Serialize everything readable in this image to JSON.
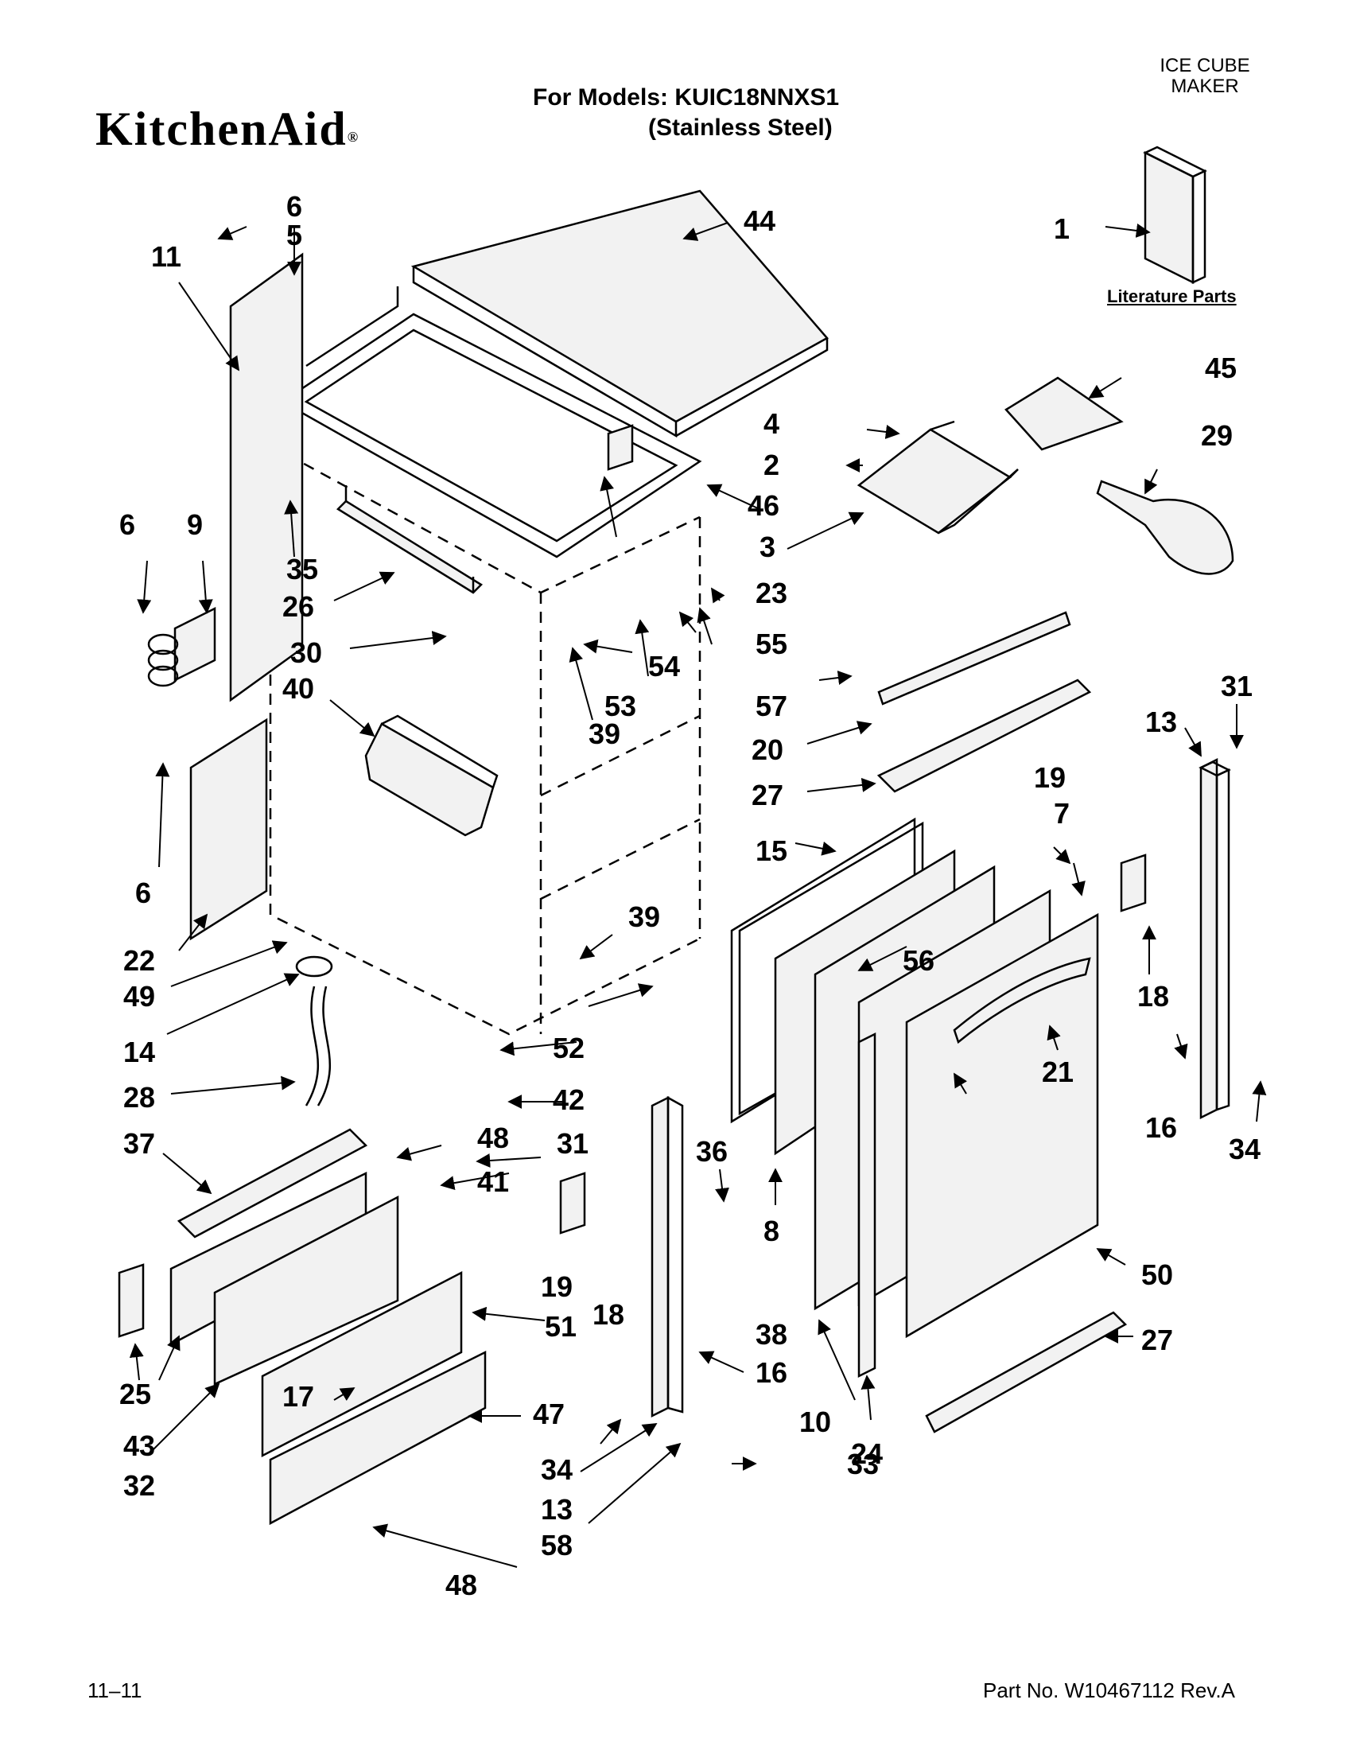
{
  "header": {
    "brand": "KitchenAid",
    "models_line": "For Models: KUIC18NNXS1",
    "variant_line": "(Stainless Steel)",
    "category": [
      "ICE CUBE",
      "MAKER"
    ]
  },
  "literature_label": "Literature Parts",
  "footer": {
    "date_code": "11–11",
    "part_number": "Part No. W10467112 Rev.A"
  },
  "callouts": [
    "1",
    "2",
    "3",
    "4",
    "5",
    "6",
    "6",
    "6",
    "7",
    "8",
    "9",
    "10",
    "11",
    "13",
    "13",
    "14",
    "15",
    "16",
    "16",
    "17",
    "18",
    "18",
    "19",
    "19",
    "20",
    "21",
    "22",
    "23",
    "24",
    "25",
    "26",
    "27",
    "27",
    "28",
    "29",
    "30",
    "31",
    "31",
    "32",
    "33",
    "34",
    "34",
    "35",
    "36",
    "37",
    "38",
    "39",
    "39",
    "40",
    "41",
    "42",
    "43",
    "44",
    "45",
    "46",
    "47",
    "48",
    "48",
    "49",
    "50",
    "51",
    "52",
    "53",
    "54",
    "55",
    "56",
    "57",
    "58"
  ]
}
